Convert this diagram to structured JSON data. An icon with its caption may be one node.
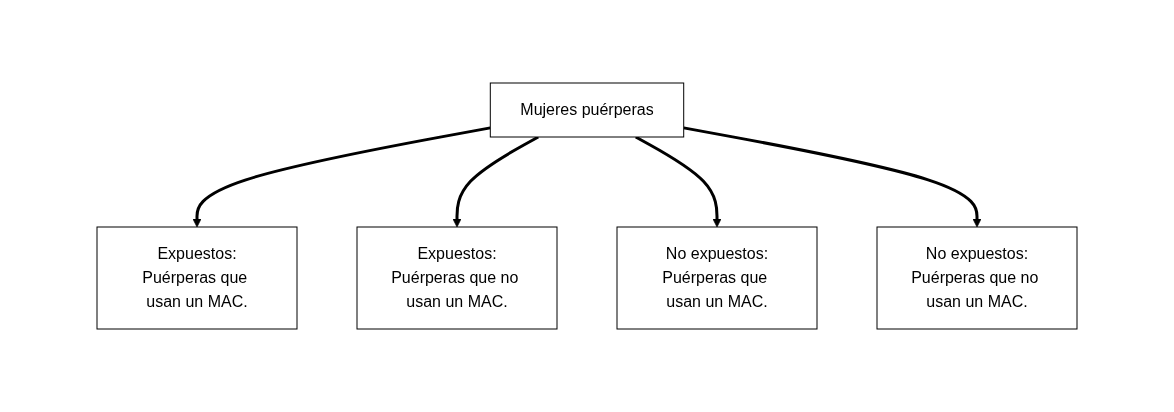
{
  "diagram": {
    "nodes": [
      {
        "text": [
          "Mujeres puérperas"
        ]
      },
      {
        "text": [
          "Expuestos:",
          "Puérperas que usan un MAC."
        ]
      },
      {
        "text": [
          "Expuestos:",
          "Puérperas que no usan un MAC."
        ]
      },
      {
        "text": [
          "No expuestos:",
          "Puérperas que usan un MAC."
        ]
      },
      {
        "text": [
          "No expuestos:",
          "Puérperas que no usan un MAC."
        ]
      }
    ],
    "edges": [
      {
        "from": 0,
        "to": 1,
        "arrow": "to"
      },
      {
        "from": 0,
        "to": 2,
        "arrow": "to"
      },
      {
        "from": 0,
        "to": 3,
        "arrow": "to"
      },
      {
        "from": 0,
        "to": 4,
        "arrow": "to"
      }
    ]
  }
}
